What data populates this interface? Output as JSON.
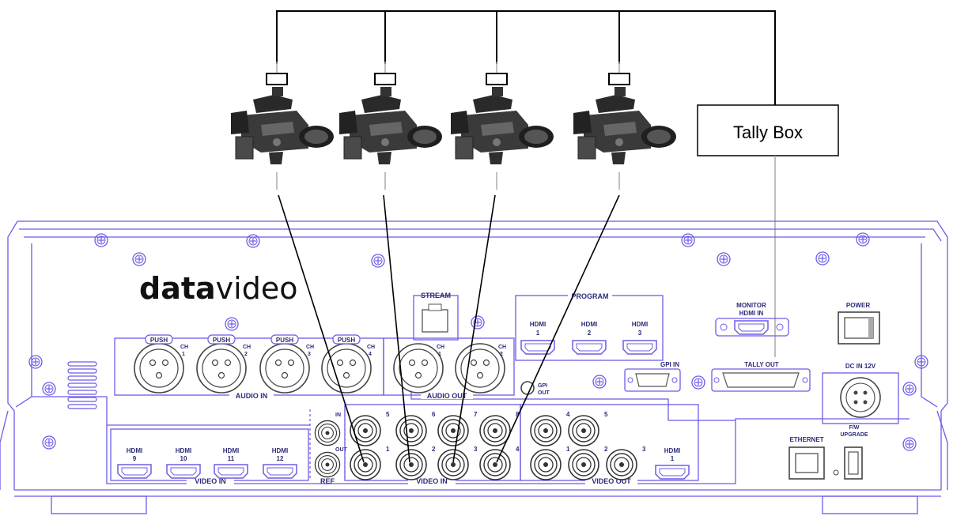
{
  "tally_box": {
    "label": "Tally Box"
  },
  "brand": {
    "logo_bold": "data",
    "logo_light": "video"
  },
  "cameras": [
    {
      "id": "camera-1"
    },
    {
      "id": "camera-2"
    },
    {
      "id": "camera-3"
    },
    {
      "id": "camera-4"
    }
  ],
  "panel": {
    "stream": "STREAM",
    "program": "PROGRAM",
    "program_hdmi": [
      {
        "label": "HDMI",
        "num": "1"
      },
      {
        "label": "HDMI",
        "num": "2"
      },
      {
        "label": "HDMI",
        "num": "3"
      }
    ],
    "monitor_hdmi_in": {
      "line1": "MONITOR",
      "line2": "HDMI IN"
    },
    "power": "POWER",
    "dc_in": "DC IN 12V",
    "gpi_in": "GPI IN",
    "gpi_out": {
      "line1": "GPI",
      "line2": "OUT"
    },
    "tally_out": "TALLY OUT",
    "audio_in": "AUDIO IN",
    "audio_out": "AUDIO OUT",
    "push": "PUSH",
    "audio_in_channels": [
      {
        "ch": "CH",
        "num": "1"
      },
      {
        "ch": "CH",
        "num": "2"
      },
      {
        "ch": "CH",
        "num": "3"
      },
      {
        "ch": "CH",
        "num": "4"
      }
    ],
    "audio_out_channels": [
      {
        "ch": "CH",
        "num": "1"
      },
      {
        "ch": "CH",
        "num": "2"
      }
    ],
    "video_in_hdmi": [
      {
        "label": "HDMI",
        "num": "9"
      },
      {
        "label": "HDMI",
        "num": "10"
      },
      {
        "label": "HDMI",
        "num": "11"
      },
      {
        "label": "HDMI",
        "num": "12"
      }
    ],
    "video_in_left": "VIDEO IN",
    "ref": "REF",
    "ref_in": "IN",
    "ref_out": "OUT",
    "sdi_in_top": [
      "5",
      "6",
      "7",
      "8"
    ],
    "sdi_in_bottom": [
      "1",
      "2",
      "3",
      "4"
    ],
    "video_in_sdi": "VIDEO IN",
    "sdi_out_top": [
      "4",
      "5"
    ],
    "sdi_out_bottom": [
      "1",
      "2",
      "3"
    ],
    "video_out_hdmi": {
      "label": "HDMI",
      "num": "1"
    },
    "video_out": "VIDEO OUT",
    "ethernet": "ETHERNET",
    "fw_upgrade": {
      "line1": "F/W",
      "line2": "UPGRADE"
    }
  }
}
